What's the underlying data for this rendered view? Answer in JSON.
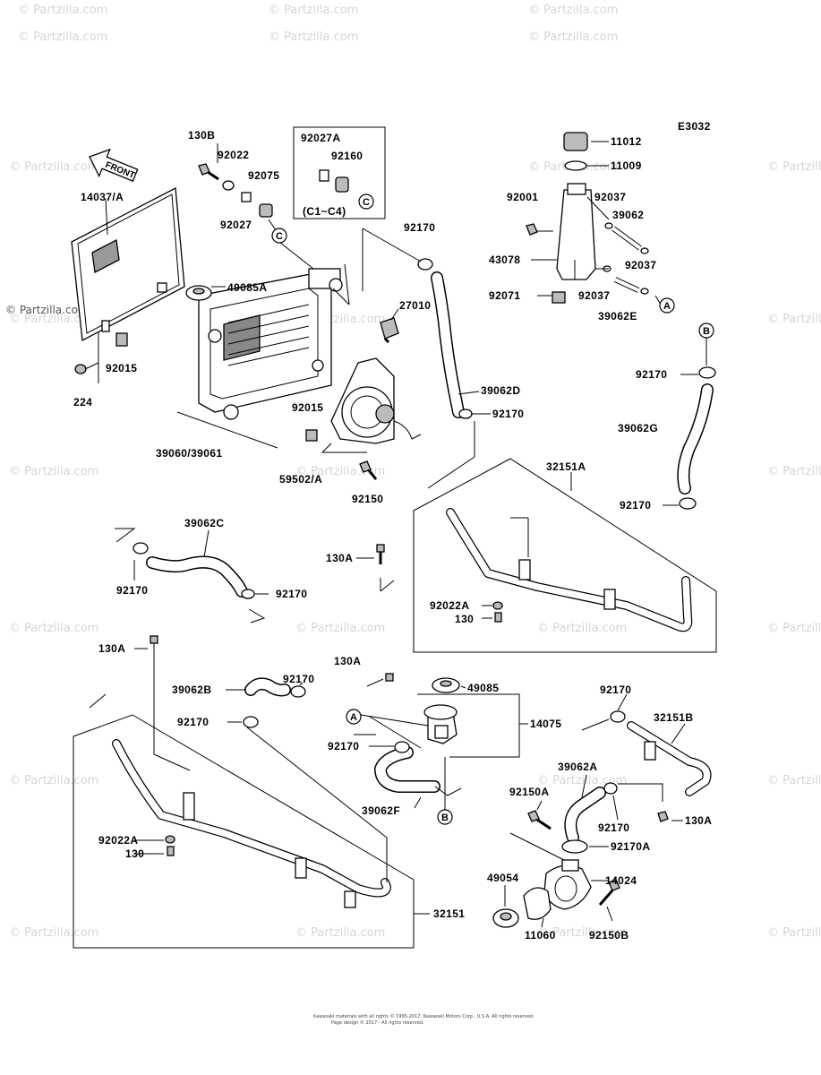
{
  "diagram": {
    "code": "E3032",
    "front_arrow": "FRONT",
    "bracket_note": "(C1~C4)",
    "copyright_line1": "Kawasaki materials with all rights © 1995-2017, Kawasaki Motors Corp., U.S.A. All rights reserved.",
    "copyright_line2": "Page design © 2017 - All rights reserved.",
    "watermark": "© Partzilla.com",
    "callouts": [
      "A",
      "A",
      "B",
      "B",
      "C",
      "C"
    ],
    "parts": [
      {
        "label": "130B"
      },
      {
        "label": "92022"
      },
      {
        "label": "92075"
      },
      {
        "label": "92027"
      },
      {
        "label": "92027A"
      },
      {
        "label": "92160"
      },
      {
        "label": "14037/A"
      },
      {
        "label": "49085A"
      },
      {
        "label": "27010"
      },
      {
        "label": "92015"
      },
      {
        "label": "224"
      },
      {
        "label": "39060/39061"
      },
      {
        "label": "92015"
      },
      {
        "label": "59502/A"
      },
      {
        "label": "92150"
      },
      {
        "label": "92170"
      },
      {
        "label": "39062D"
      },
      {
        "label": "92170"
      },
      {
        "label": "11012"
      },
      {
        "label": "11009"
      },
      {
        "label": "92001"
      },
      {
        "label": "92037"
      },
      {
        "label": "39062"
      },
      {
        "label": "43078"
      },
      {
        "label": "92037"
      },
      {
        "label": "92071"
      },
      {
        "label": "92037"
      },
      {
        "label": "39062E"
      },
      {
        "label": "92170"
      },
      {
        "label": "39062G"
      },
      {
        "label": "32151A"
      },
      {
        "label": "92170"
      },
      {
        "label": "39062C"
      },
      {
        "label": "92170"
      },
      {
        "label": "92170"
      },
      {
        "label": "130A"
      },
      {
        "label": "92022A"
      },
      {
        "label": "130"
      },
      {
        "label": "130A"
      },
      {
        "label": "92170"
      },
      {
        "label": "39062B"
      },
      {
        "label": "130A"
      },
      {
        "label": "49085"
      },
      {
        "label": "14075"
      },
      {
        "label": "92170"
      },
      {
        "label": "92170"
      },
      {
        "label": "39062F"
      },
      {
        "label": "92170"
      },
      {
        "label": "32151B"
      },
      {
        "label": "39062A"
      },
      {
        "label": "92150A"
      },
      {
        "label": "92170"
      },
      {
        "label": "130A"
      },
      {
        "label": "92170A"
      },
      {
        "label": "92022A"
      },
      {
        "label": "130"
      },
      {
        "label": "49054"
      },
      {
        "label": "14024"
      },
      {
        "label": "11060"
      },
      {
        "label": "92150B"
      },
      {
        "label": "32151"
      }
    ]
  }
}
